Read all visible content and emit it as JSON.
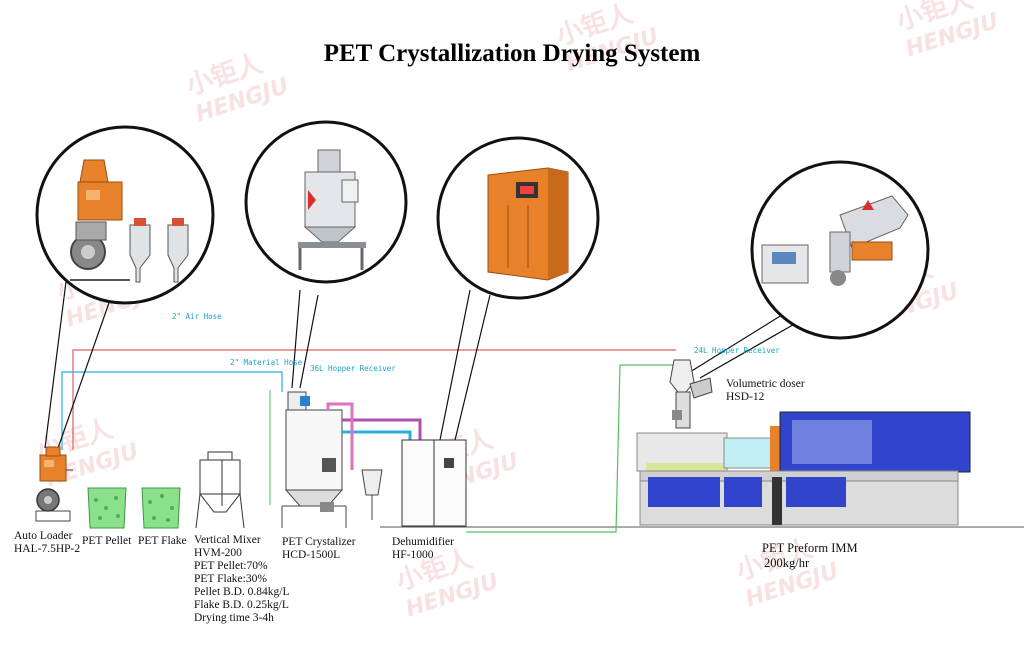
{
  "title": "PET Crystallization Drying System",
  "watermark": {
    "cn": "小钜人",
    "en": "HENGJU",
    "color": "#f3c9c9"
  },
  "colors": {
    "air_hose": "#e06060",
    "material_hose": "#2ab0d8",
    "feed_line": "#55c060",
    "machine_orange": "#e8822a",
    "machine_blue": "#3344cc"
  },
  "pipe_labels": {
    "air_hose": "2\" Air Hose",
    "material_hose": "2\" Material Hose",
    "hopper_receiver_36": "36L Hopper Receiver",
    "hopper_receiver_24": "24L Hopper Receiver"
  },
  "equipment": {
    "auto_loader": {
      "line1": "Auto Loader",
      "line2": "HAL-7.5HP-2"
    },
    "pet_pellet": {
      "label": "PET Pellet"
    },
    "pet_flake": {
      "label": "PET Flake"
    },
    "mixer": {
      "line1": "Vertical Mixer",
      "line2": "HVM-200",
      "line3": "PET Pellet:70%",
      "line4": "PET Flake:30%",
      "line5": "Pellet B.D. 0.84kg/L",
      "line6": "Flake B.D. 0.25kg/L",
      "line7": "Drying time 3-4h"
    },
    "crystallizer": {
      "line1": "PET Crystalizer",
      "line2": "HCD-1500L"
    },
    "dehumidifier": {
      "line1": "Dehumidifier",
      "line2": "HF-1000"
    },
    "doser": {
      "line1": "Volumetric doser",
      "line2": "HSD-12"
    },
    "imm": {
      "line1": "PET Preform IMM",
      "line2": "200kg/hr"
    }
  }
}
